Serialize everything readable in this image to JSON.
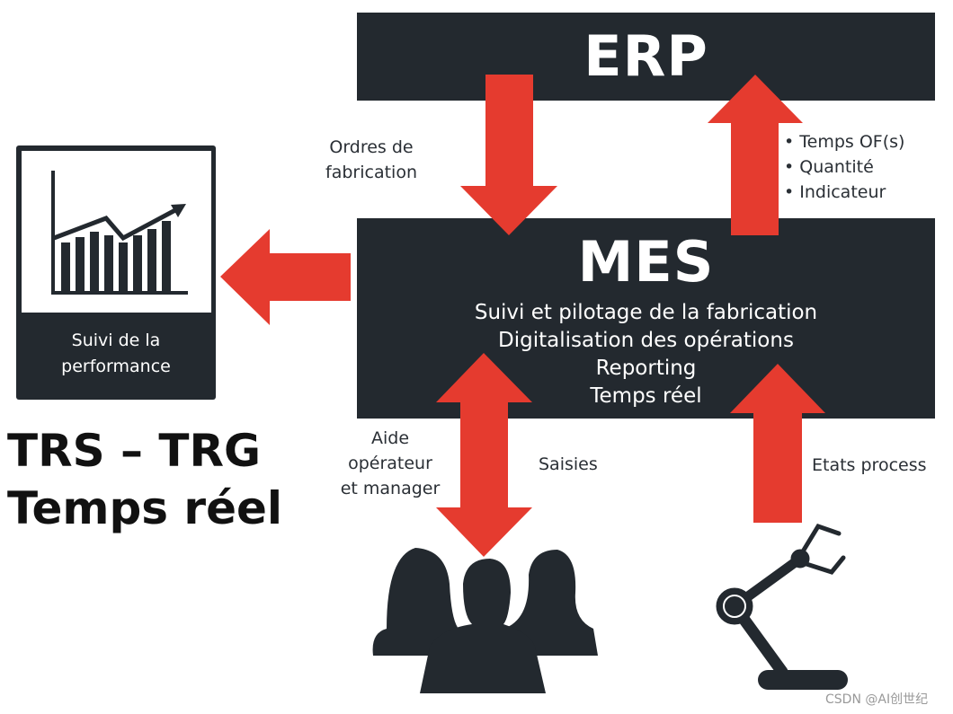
{
  "erp": {
    "title": "ERP"
  },
  "mes": {
    "title": "MES",
    "lines": [
      "Suivi et pilotage de la fabrication",
      "Digitalisation des opérations",
      "Reporting",
      "Temps réel"
    ]
  },
  "labels": {
    "orders": [
      "Ordres de",
      "fabrication"
    ],
    "bullets": [
      "Temps OF(s)",
      "Quantité",
      "Indicateur"
    ],
    "aide": [
      "Aide",
      "opérateur",
      "et manager"
    ],
    "saisies": "Saisies",
    "etats": "Etats process"
  },
  "performance": {
    "label": [
      "Suivi de la",
      "performance"
    ]
  },
  "headline": [
    "TRS – TRG",
    "Temps réel"
  ],
  "watermark": "CSDN @AI创世纪",
  "colors": {
    "dark": "#23292f",
    "red": "#e53b2f"
  }
}
